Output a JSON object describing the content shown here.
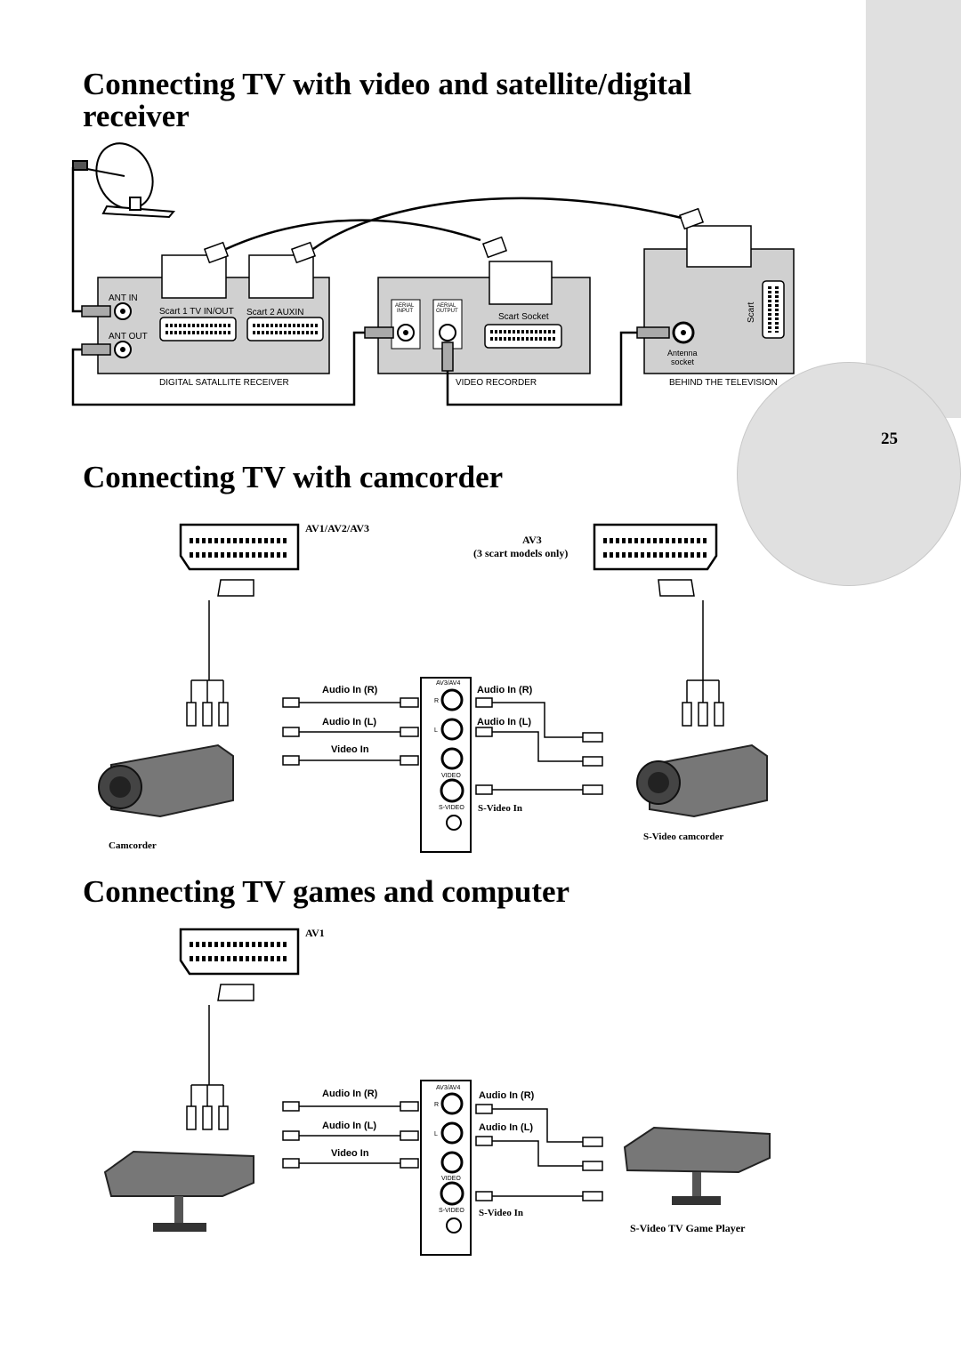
{
  "page": {
    "number": "25"
  },
  "sections": {
    "satellite": {
      "title": "Connecting TV with video and satellite/digital receiver",
      "receiver": {
        "caption": "DIGITAL SATALLITE RECEIVER",
        "ant_in": "ANT IN",
        "ant_out": "ANT OUT",
        "scart1": "Scart 1 TV IN/OUT",
        "scart2": "Scart 2 AUXIN"
      },
      "recorder": {
        "caption": "VIDEO RECORDER",
        "aerial_input": [
          "AERIAL",
          "INPUT"
        ],
        "aerial_output": [
          "AERIAL",
          "OUTPUT"
        ],
        "scart_socket": "Scart Socket"
      },
      "tv": {
        "caption": "BEHIND THE TELEVISION",
        "scart": "Scart",
        "antenna_socket": [
          "Antenna",
          "socket"
        ]
      }
    },
    "camcorder": {
      "title": "Connecting TV with camcorder",
      "scart_left": "AV1/AV2/AV3",
      "scart_right": [
        "AV3",
        "(3 scart models only)"
      ],
      "panel_label": "AV3/AV4",
      "panel_r": "R",
      "panel_l": "L",
      "panel_video": "VIDEO",
      "panel_svideo": "S-VIDEO",
      "left_labels": [
        "Audio In (R)",
        "Audio In (L)",
        "Video In"
      ],
      "right_labels": [
        "Audio In (R)",
        "Audio In (L)"
      ],
      "svideo_in": "S-Video In",
      "device_left": "Camcorder",
      "device_right": "S-Video camcorder"
    },
    "games": {
      "title": "Connecting TV games and computer",
      "scart": "AV1",
      "panel_label": "AV3/AV4",
      "panel_r": "R",
      "panel_l": "L",
      "panel_video": "VIDEO",
      "panel_svideo": "S-VIDEO",
      "left_labels": [
        "Audio In (R)",
        "Audio In (L)",
        "Video In"
      ],
      "right_labels": [
        "Audio In (R)",
        "Audio In (L)"
      ],
      "svideo_in": "S-Video In",
      "device_right": "S-Video TV Game Player"
    }
  }
}
